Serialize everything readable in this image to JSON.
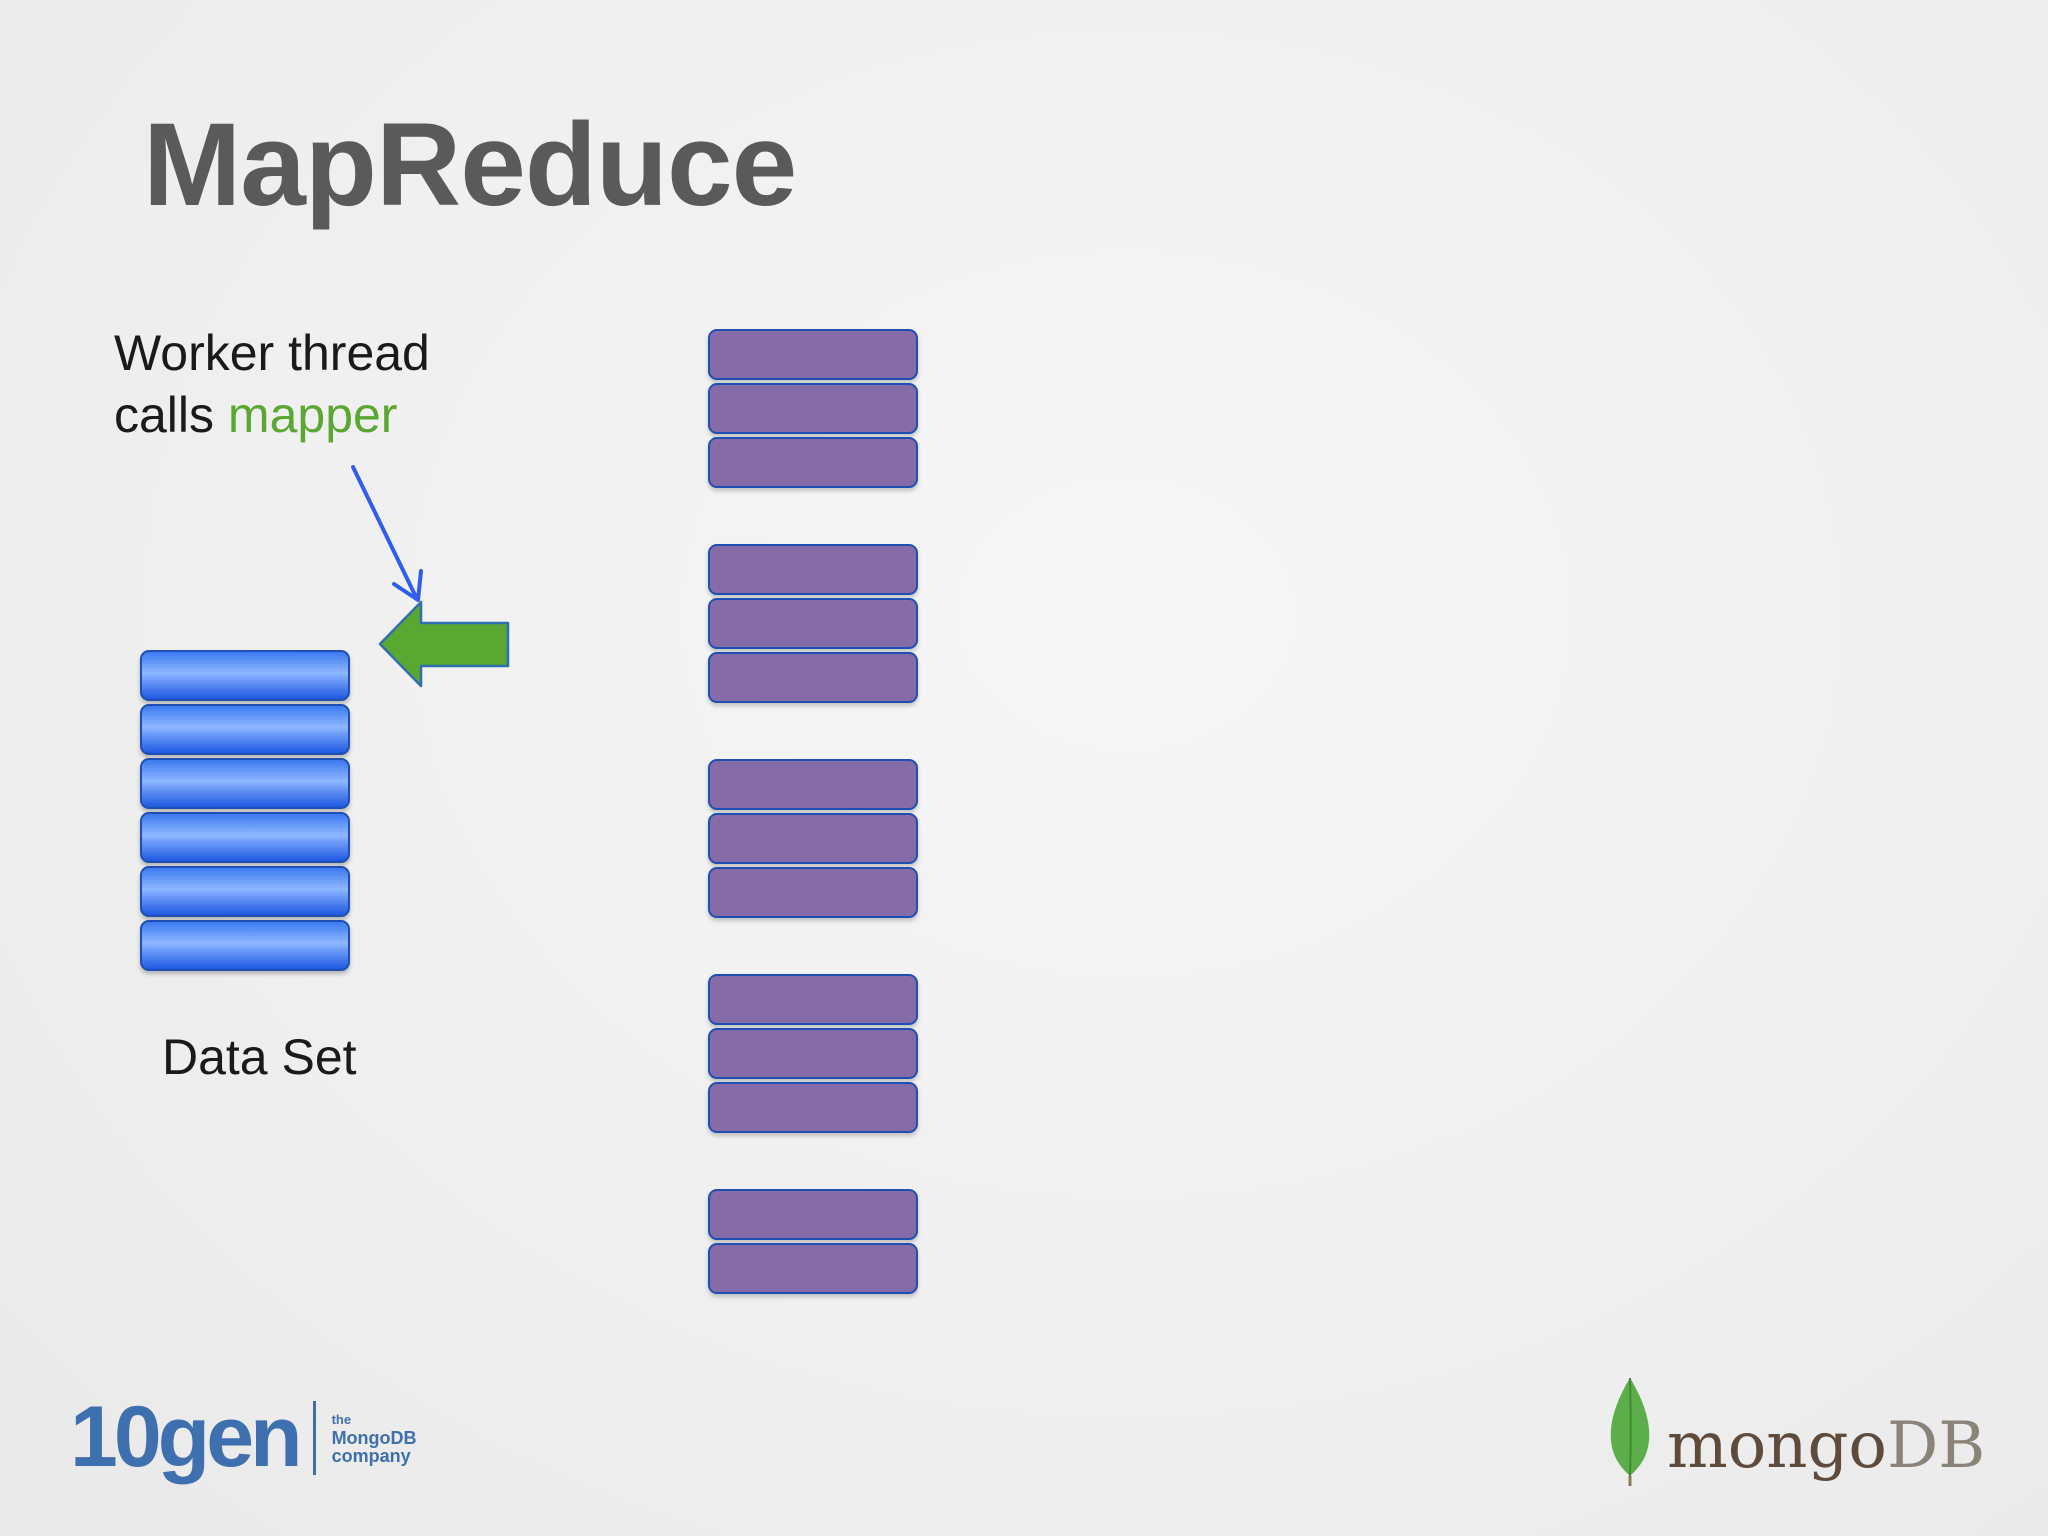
{
  "slide": {
    "title": "MapReduce",
    "annotation": {
      "line1": "Worker thread",
      "line2_prefix": "calls ",
      "line2_highlight": "mapper"
    },
    "dataset_label": "Data Set",
    "colors": {
      "title": "#5a5a5a",
      "highlight_green": "#5aa832",
      "dataset_blue": "#3b7af0",
      "output_purple": "#856ca8",
      "pointer_arrow_blue": "#2f5df0",
      "block_arrow_green": "#5aa832"
    },
    "dataset_record_count": 6,
    "output_groups_record_counts": [
      3,
      3,
      3,
      3,
      2
    ]
  },
  "logos": {
    "left": {
      "wordmark": "10gen",
      "tagline": [
        "the",
        "MongoDB",
        "company"
      ]
    },
    "right": {
      "icon": "leaf-icon",
      "wordmark_part1": "mongo",
      "wordmark_part2": "DB"
    }
  }
}
